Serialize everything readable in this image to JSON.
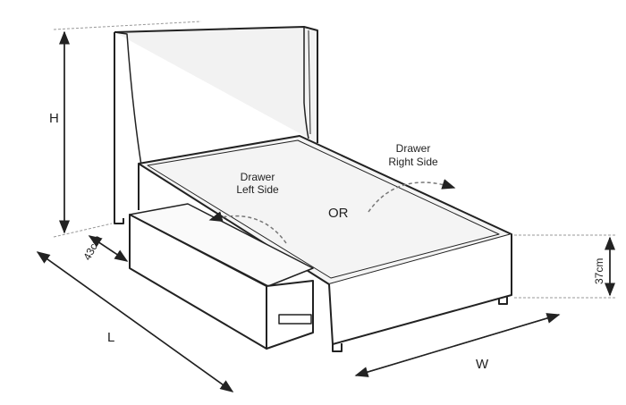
{
  "labels": {
    "height": "H",
    "drawer_depth": "43cm",
    "length": "L",
    "width": "W",
    "base_height": "37cm",
    "drawer_left_line1": "Drawer",
    "drawer_left_line2": "Left Side",
    "drawer_right_line1": "Drawer",
    "drawer_right_line2": "Right Side",
    "or": "OR"
  }
}
